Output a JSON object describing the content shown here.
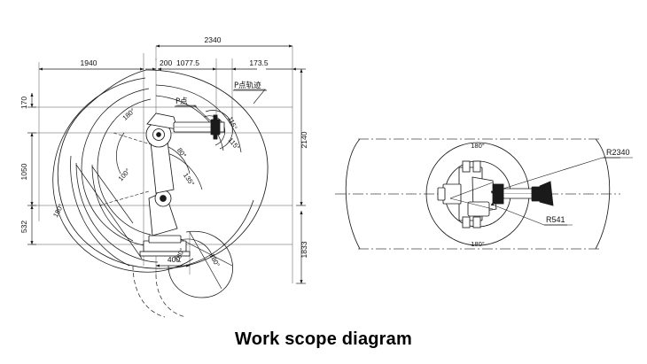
{
  "figure": {
    "caption": "Work scope diagram",
    "background_color": "#ffffff",
    "line_color": "#1a1a1a"
  },
  "side_view": {
    "name": "side-view-work-envelope",
    "linear_dimensions": [
      {
        "id": "d2340",
        "label": "2340",
        "orientation": "horizontal",
        "position": "top-overall"
      },
      {
        "id": "d1940",
        "label": "1940",
        "orientation": "horizontal",
        "position": "top-left-reach"
      },
      {
        "id": "d200",
        "label": "200",
        "orientation": "horizontal",
        "position": "top-base-offset"
      },
      {
        "id": "d1077",
        "label": "1077.5",
        "orientation": "horizontal",
        "position": "top-arm-span"
      },
      {
        "id": "d173",
        "label": "173.5",
        "orientation": "horizontal",
        "position": "top-wrist-offset"
      },
      {
        "id": "d400",
        "label": "400",
        "orientation": "horizontal",
        "position": "bottom-base-width"
      },
      {
        "id": "d170",
        "label": "170",
        "orientation": "vertical",
        "position": "left-upper"
      },
      {
        "id": "d1050",
        "label": "1050",
        "orientation": "vertical",
        "position": "left-middle"
      },
      {
        "id": "d532",
        "label": "532",
        "orientation": "vertical",
        "position": "left-lower"
      },
      {
        "id": "d2140",
        "label": "2140",
        "orientation": "vertical",
        "position": "right-upper"
      },
      {
        "id": "d1833",
        "label": "1833",
        "orientation": "vertical",
        "position": "right-lower"
      }
    ],
    "angle_labels": [
      {
        "id": "a-j1-upper-left",
        "label": "180°"
      },
      {
        "id": "a-j2",
        "label": "100°"
      },
      {
        "id": "a-j3",
        "label": "135°"
      },
      {
        "id": "a-j4",
        "label": "80°"
      },
      {
        "id": "a-j5-upper",
        "label": "115°"
      },
      {
        "id": "a-j5-lower",
        "label": "115°"
      },
      {
        "id": "a-lower-left",
        "label": "180°"
      },
      {
        "id": "a-base-80",
        "label": "80°"
      },
      {
        "id": "a-base-180",
        "label": "180°"
      }
    ],
    "annotations": [
      {
        "id": "p-point",
        "label": "P点"
      },
      {
        "id": "p-point-trajectory",
        "label": "P点轨迹"
      }
    ]
  },
  "top_view": {
    "name": "top-view-work-envelope",
    "radii": [
      {
        "id": "r2340",
        "label": "R2340"
      },
      {
        "id": "r541",
        "label": "R541"
      }
    ],
    "angle_labels": [
      {
        "id": "a-top-180",
        "label": "180°"
      },
      {
        "id": "a-bottom-180",
        "label": "180°"
      }
    ]
  }
}
